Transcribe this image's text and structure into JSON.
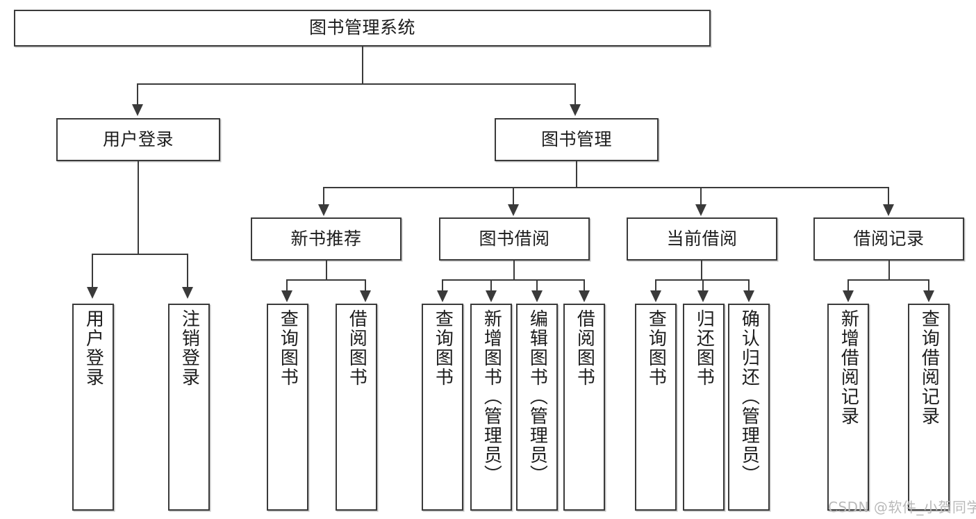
{
  "diagram": {
    "title": "图书管理系统",
    "watermark": "CSDN @软件_小贺同学",
    "colors": {
      "border": "#3a3a3a",
      "text": "#1c1c1c",
      "background": "#ffffff",
      "watermark": "#b9b9b9"
    },
    "root": {
      "label": "图书管理系统"
    },
    "level2": [
      {
        "label": "用户登录"
      },
      {
        "label": "图书管理"
      }
    ],
    "level3": [
      {
        "label": "新书推荐"
      },
      {
        "label": "图书借阅"
      },
      {
        "label": "当前借阅"
      },
      {
        "label": "借阅记录"
      }
    ],
    "leaves": {
      "user_login": [
        {
          "label": "用户登录"
        },
        {
          "label": "注销登录"
        }
      ],
      "new_book": [
        {
          "label": "查询图书"
        },
        {
          "label": "借阅图书"
        }
      ],
      "book_borrow": [
        {
          "label": "查询图书"
        },
        {
          "label": "新增图书（管理员）"
        },
        {
          "label": "编辑图书（管理员）"
        },
        {
          "label": "借阅图书"
        }
      ],
      "current_borrow": [
        {
          "label": "查询图书"
        },
        {
          "label": "归还图书"
        },
        {
          "label": "确认归还（管理员）"
        }
      ],
      "borrow_record": [
        {
          "label": "新增借阅记录"
        },
        {
          "label": "查询借阅记录"
        }
      ]
    }
  }
}
